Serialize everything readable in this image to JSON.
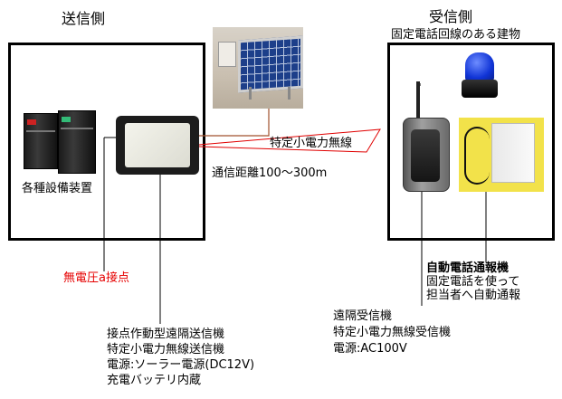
{
  "sender": {
    "title": "送信側",
    "equipment_label": "各種設備装置",
    "contact_label": "無電圧a接点",
    "desc": [
      "接点作動型遠隔送信機",
      "特定小電力無線送信機",
      "電源:ソーラー電源(DC12V)",
      "充電バッテリ内蔵"
    ]
  },
  "link": {
    "radio_label": "特定小電力無線",
    "distance_label": "通信距離100〜300m"
  },
  "receiver": {
    "title": "受信側",
    "subtitle": "固定電話回線のある建物",
    "autodialer_title": "自動電話通報機",
    "autodialer_desc": [
      "固定電話を使って",
      "担当者へ自動通報"
    ],
    "desc": [
      "遠隔受信機",
      "特定小電力無線受信機",
      "電源:AC100V"
    ]
  },
  "colors": {
    "wire": "#a0522d",
    "radio_line": "#e00000",
    "contact_text": "#e60000"
  }
}
